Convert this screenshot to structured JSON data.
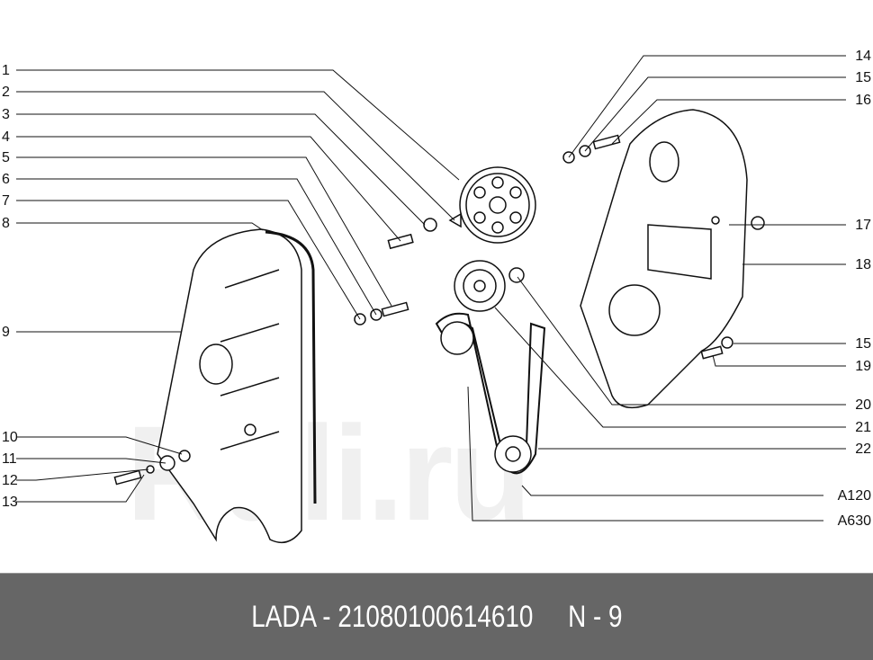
{
  "diagram": {
    "left_callouts": [
      "1",
      "2",
      "3",
      "4",
      "5",
      "6",
      "7",
      "8",
      "9",
      "10",
      "11",
      "12",
      "13"
    ],
    "right_callouts": [
      "14",
      "15",
      "16",
      "17",
      "18",
      "15",
      "19",
      "20",
      "21",
      "22",
      "A120",
      "A630"
    ],
    "line_color": "#111111"
  },
  "watermark": "Ruli.ru",
  "footer": {
    "text": "LADA - 21080100614610     N - 9",
    "background": "#666666"
  }
}
